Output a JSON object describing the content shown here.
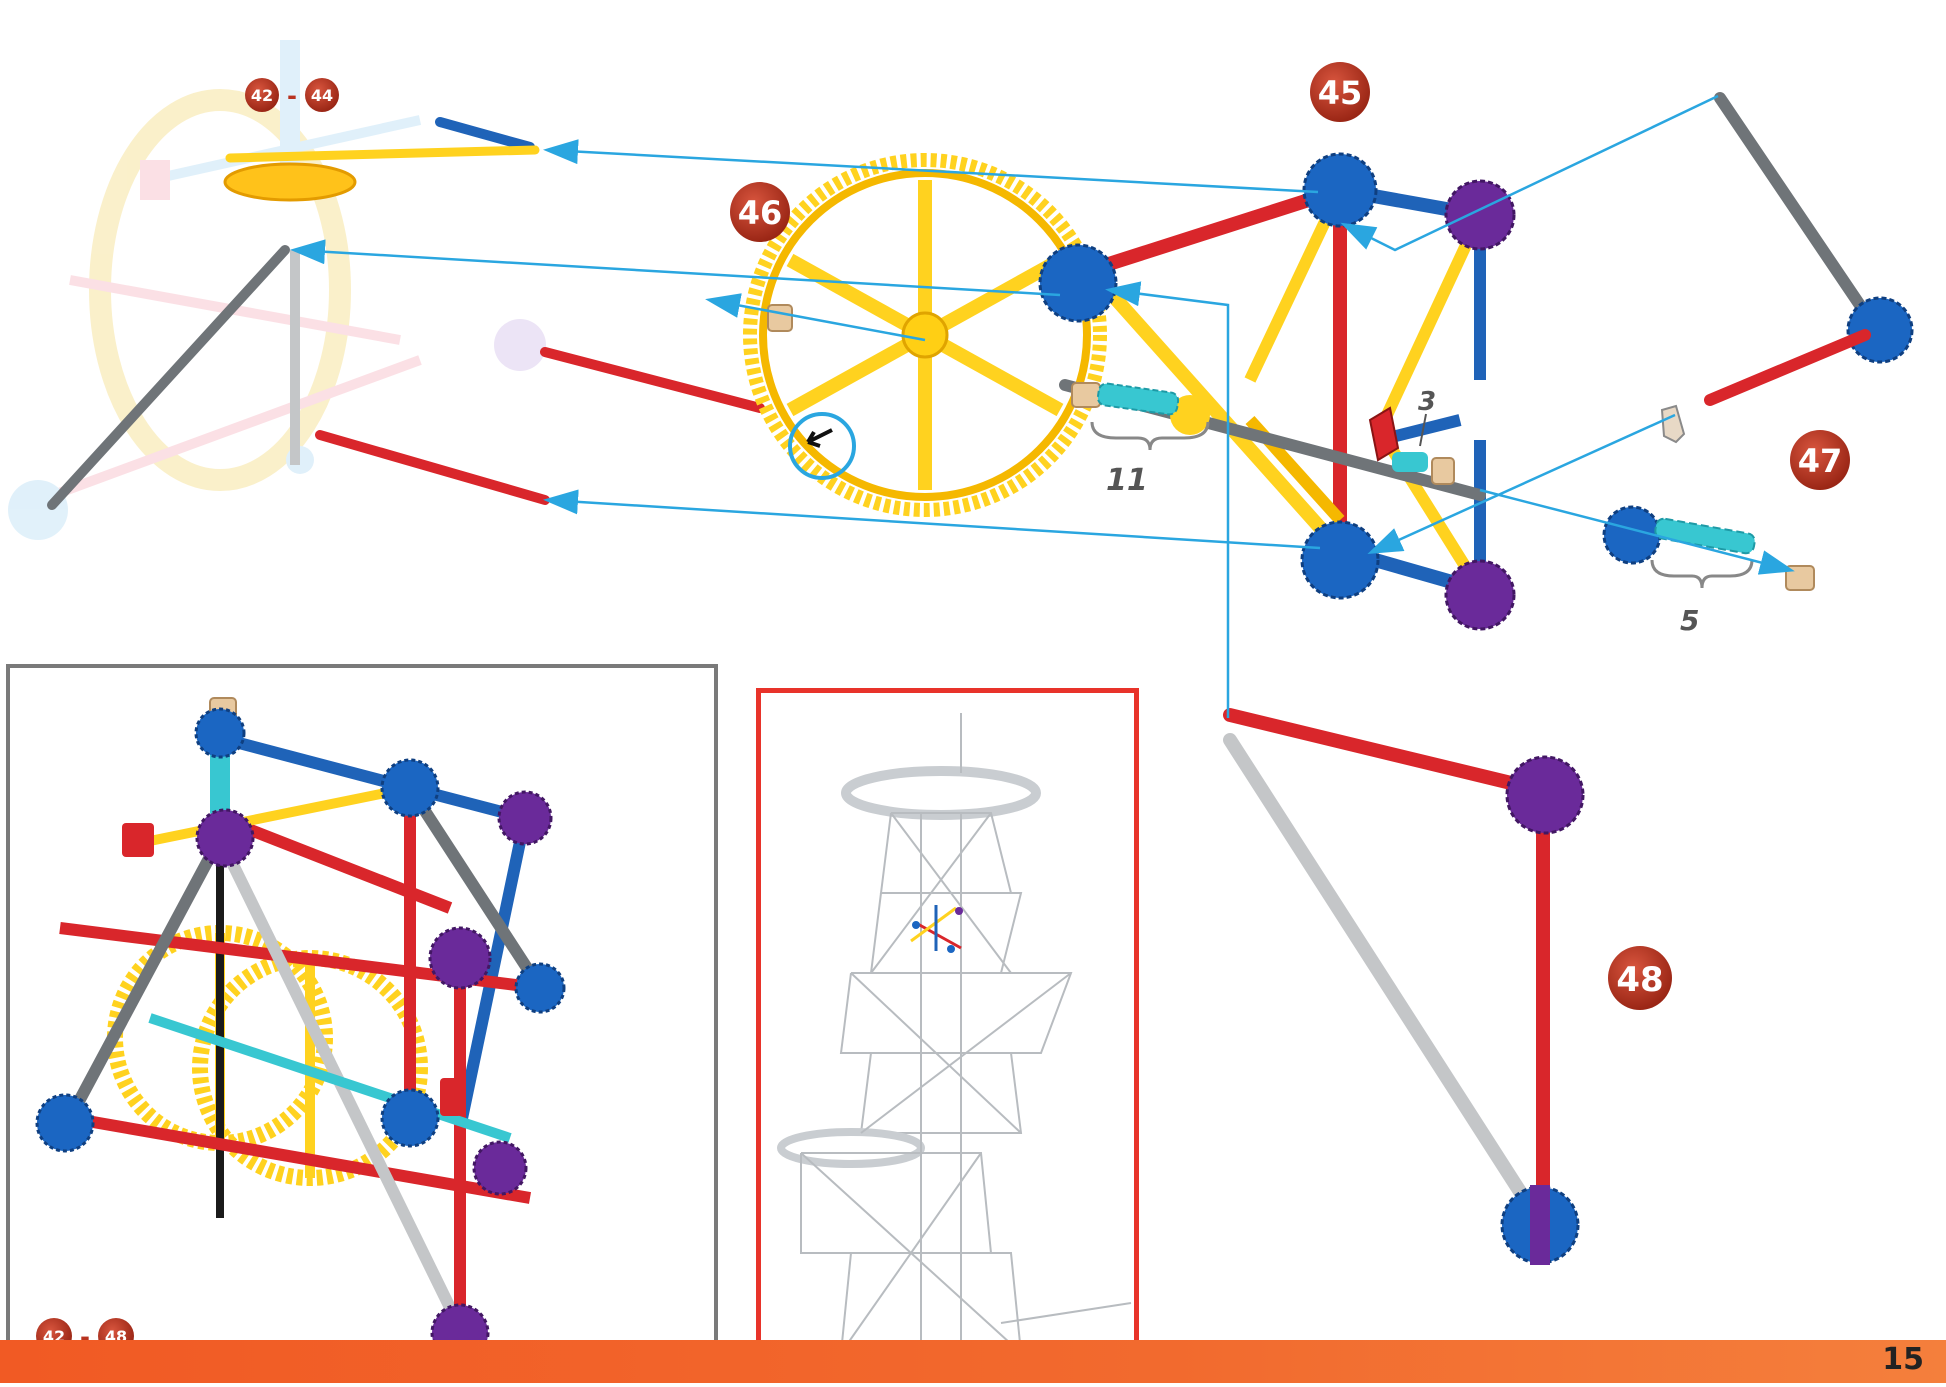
{
  "page": {
    "number": "15"
  },
  "steps": {
    "step_42_44": {
      "from": "42",
      "dash": "-",
      "to": "44"
    },
    "step_45": "45",
    "step_46": "46",
    "step_47": "47",
    "step_48": "48"
  },
  "callouts": {
    "spacers_11": "11",
    "spacers_3": "3",
    "spacers_5": "5"
  },
  "inset_left": {
    "from": "42",
    "dash": "-",
    "to": "48"
  },
  "colors": {
    "badge": "#b8321f",
    "arrow": "#2aa6e0",
    "rod_red": "#d9262b",
    "rod_yellow": "#ffd21f",
    "rod_blue": "#1f63b8",
    "rod_gray": "#6f7478",
    "connector_blue": "#1b66c2",
    "connector_purple": "#6a2a9a",
    "footer": "#f15a24"
  },
  "icons": [
    "rod",
    "connector",
    "gear",
    "spacer",
    "clip",
    "arrow-line"
  ]
}
